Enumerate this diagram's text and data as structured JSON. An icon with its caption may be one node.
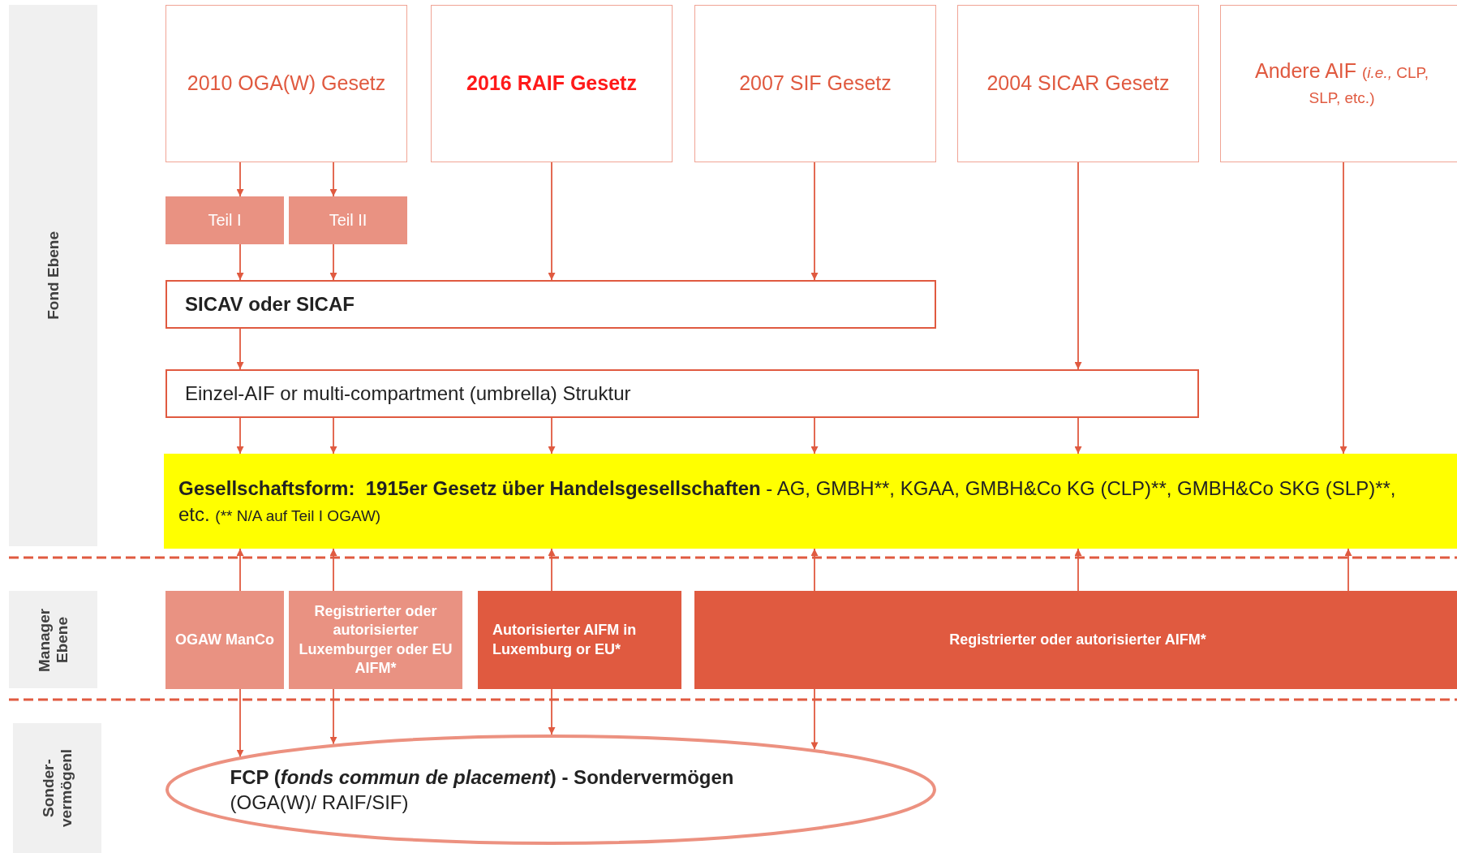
{
  "diagram": {
    "nodes": [
      {
        "text": [
          "Fond Ebene"
        ]
      },
      {
        "text": [
          "2010 OGA(W) Gesetz"
        ]
      },
      {
        "text": [
          "2016 RAIF Gesetz"
        ]
      },
      {
        "text": [
          "2007 SIF Gesetz"
        ]
      },
      {
        "text": [
          "2004 SICAR Gesetz"
        ]
      },
      {
        "text": [
          "Andere AIF",
          "(*i.e.,* CLP, SLP, etc.)"
        ]
      },
      {
        "text": [
          "Teil I"
        ]
      },
      {
        "text": [
          "Teil II"
        ]
      },
      {
        "text": [
          "SICAV oder SICAF"
        ]
      },
      {
        "text": [
          "Einzel-AIF or multi-compartment (umbrella) Struktur"
        ]
      },
      {
        "text": [
          "Gesellschaftsform:  1915er Gesetz über Handelsgesellschaften",
          "- AG, GMBH**, KGAA, GMBH&Co KG (CLP)**, GMBH&Co SKG (SLP)**, etc.",
          "(** N/A auf Teil I OGAW)"
        ]
      },
      {
        "text": [
          "Manager Ebene"
        ]
      },
      {
        "text": [
          "OGAW ManCo"
        ]
      },
      {
        "text": [
          "Registrierter oder autorisierter Luxemburger oder EU AIFM*"
        ]
      },
      {
        "text": [
          "Autorisierter AIFM in Luxemburg or EU*"
        ]
      },
      {
        "text": [
          "Registrierter oder autorisierter AIFM*"
        ]
      },
      {
        "text": [
          "Sonder- vermögenl"
        ]
      },
      {
        "text": [
          "FCP (*fonds commun de placement*)  - Sondervermögen",
          "(OGA(W)/ RAIF/SIF)"
        ]
      }
    ],
    "edges": [
      {
        "from": 1,
        "to": 6,
        "arrow": "to"
      },
      {
        "from": 1,
        "to": 7,
        "arrow": "to"
      },
      {
        "from": 6,
        "to": 8,
        "arrow": "to"
      },
      {
        "from": 7,
        "to": 8,
        "arrow": "to"
      },
      {
        "from": 2,
        "to": 8,
        "arrow": "to"
      },
      {
        "from": 3,
        "to": 8,
        "arrow": "to"
      },
      {
        "from": 8,
        "to": 9,
        "arrow": "to"
      },
      {
        "from": 4,
        "to": 9,
        "arrow": "to"
      },
      {
        "from": 9,
        "to": 10,
        "arrow": "to"
      },
      {
        "from": 9,
        "to": 10,
        "arrow": "to"
      },
      {
        "from": 9,
        "to": 10,
        "arrow": "to"
      },
      {
        "from": 9,
        "to": 10,
        "arrow": "to"
      },
      {
        "from": 9,
        "to": 10,
        "arrow": "to"
      },
      {
        "from": 5,
        "to": 10,
        "arrow": "to"
      },
      {
        "from": 12,
        "to": 10,
        "arrow": "to"
      },
      {
        "from": 13,
        "to": 10,
        "arrow": "to"
      },
      {
        "from": 14,
        "to": 10,
        "arrow": "to"
      },
      {
        "from": 15,
        "to": 10,
        "arrow": "to"
      },
      {
        "from": 15,
        "to": 10,
        "arrow": "to"
      },
      {
        "from": 15,
        "to": 10,
        "arrow": "to"
      },
      {
        "from": 12,
        "to": 17,
        "arrow": "to"
      },
      {
        "from": 13,
        "to": 17,
        "arrow": "to"
      },
      {
        "from": 14,
        "to": 17,
        "arrow": "to"
      },
      {
        "from": 15,
        "to": 17,
        "arrow": "to"
      }
    ]
  }
}
